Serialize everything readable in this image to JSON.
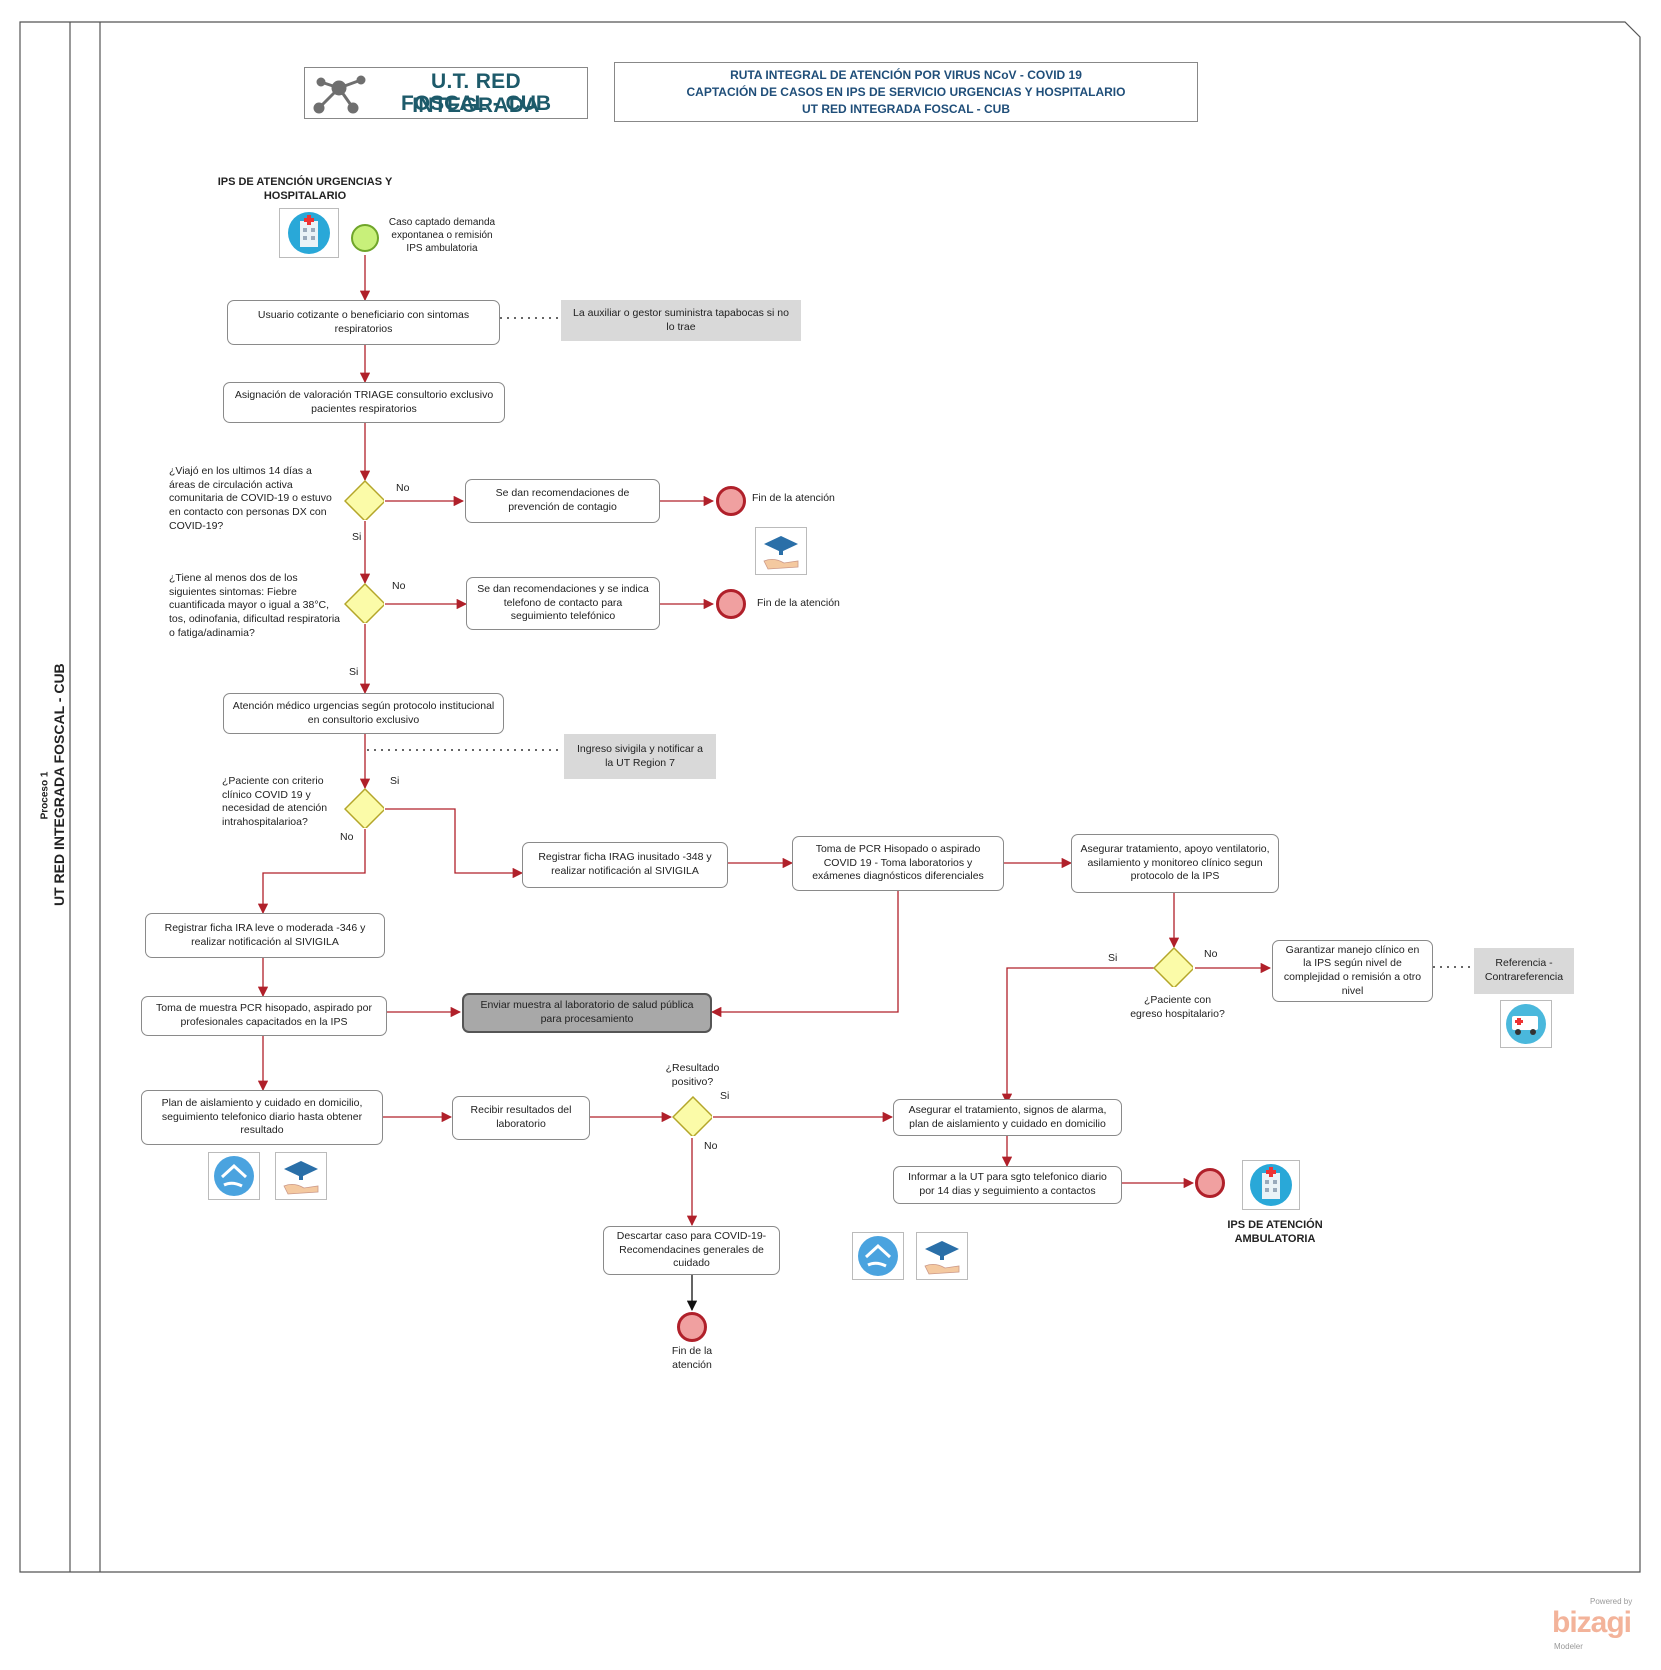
{
  "header": {
    "logo_line1": "U.T. RED INTEGRADA",
    "logo_line2": "FOSCAL - CUB",
    "title_line1": "RUTA INTEGRAL DE ATENCIÓN POR VIRUS NCoV - COVID 19",
    "title_line2": "CAPTACIÓN DE CASOS EN IPS DE SERVICIO URGENCIAS Y HOSPITALARIO",
    "title_line3": "UT RED INTEGRADA FOSCAL - CUB"
  },
  "pool": {
    "process_label": "Proceso 1",
    "lane_label": "UT RED INTEGRADA FOSCAL - CUB"
  },
  "labels": {
    "ips_urgencias": "IPS DE ATENCIÓN URGENCIAS Y HOSPITALARIO",
    "start_caption": "Caso captado demanda expontanea o remisión IPS ambulatoria",
    "ips_ambulatoria": "IPS DE ATENCIÓN AMBULATORIA",
    "fin1": "Fin de la atención",
    "fin2": "Fin de la atención",
    "fin3": "Fin de la atención"
  },
  "tasks": {
    "t1": "Usuario cotizante o beneficiario con sintomas respiratorios",
    "t2": "Asignación de valoración TRIAGE consultorio exclusivo pacientes respiratorios",
    "t3": "Se dan recomendaciones de prevención de contagio",
    "t4": "Se dan recomendaciones y se indica telefono de contacto para seguimiento telefónico",
    "t5": "Atención médico urgencias según protocolo institucional en consultorio exclusivo",
    "t6": "Registrar ficha IRAG inusitado -348 y realizar notificación al SIVIGILA",
    "t7": "Toma de PCR Hisopado o aspirado COVID 19 - Toma laboratorios y exámenes diagnósticos diferenciales",
    "t8": "Asegurar tratamiento, apoyo ventilatorio, asilamiento y monitoreo clínico segun protocolo de la IPS",
    "t9": "Registrar ficha IRA leve o moderada -346 y realizar notificación al SIVIGILA",
    "t10": "Toma de muestra PCR hisopado, aspirado por profesionales capacitados en la IPS",
    "t11": "Enviar muestra al laboratorio de salud pública para procesamiento",
    "t12": "Plan de aislamiento y cuidado en domicilio, seguimiento telefonico diario hasta obtener resultado",
    "t13": "Recibir resultados del laboratorio",
    "t14": "Garantizar manejo clínico en la IPS según nivel de complejidad o remisión a otro nivel",
    "t15": "Asegurar el tratamiento, signos de alarma, plan de aislamiento y cuidado en domicilio",
    "t16": "Informar a la UT para sgto telefonico diario por 14 dias y seguimiento a contactos",
    "t17": "Descartar caso para COVID-19- Recomendacines generales de cuidado"
  },
  "notes": {
    "n1": "La auxiliar o gestor suministra tapabocas si no lo trae",
    "n2": "Ingreso sivigila y notificar a la UT Region 7",
    "n3": "Referencia - Contrareferencia"
  },
  "gateways": {
    "g1": "¿Viajó en los ultimos 14 días a áreas de circulación activa comunitaria de COVID-19 o estuvo en contacto con personas DX con COVID-19?",
    "g2": "¿Tiene al menos dos de los siguientes sintomas: Fiebre cuantificada mayor o igual a 38°C, tos, odinofania, dificultad respiratoria o fatiga/adinamia?",
    "g3": "¿Paciente con criterio clínico COVID 19 y necesidad de atención intrahospitalarioa?",
    "g4": "¿Paciente con egreso hospitalario?",
    "g5": "¿Resultado positivo?"
  },
  "flow_labels": {
    "g1_no": "No",
    "g1_si": "Si",
    "g2_no": "No",
    "g2_si": "Si",
    "g3_si": "Si",
    "g3_no": "No",
    "g4_si": "Si",
    "g4_no": "No",
    "g5_si": "Si",
    "g5_no": "No"
  },
  "icons": {
    "hospital": "hospital-icon",
    "education": "education-hand-icon",
    "home": "home-care-icon",
    "ambulance": "ambulance-icon"
  },
  "colors": {
    "flow": "#b0202a",
    "gateway_fill": "#fbfba8",
    "gateway_stroke": "#b4a62a",
    "start": "#c8f07a",
    "end": "#f0a0a0"
  },
  "branding": {
    "powered_by": "Powered by",
    "brand": "bizagi",
    "product": "Modeler"
  }
}
